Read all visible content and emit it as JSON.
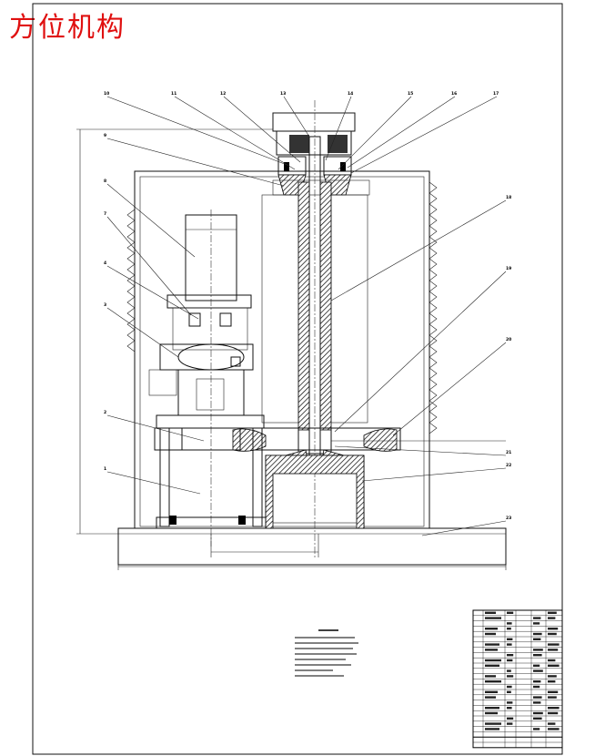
{
  "page": {
    "title": "方位机构"
  },
  "callouts": [
    "10",
    "11",
    "12",
    "13",
    "14",
    "15",
    "16",
    "17",
    "9",
    "8",
    "7",
    "4",
    "3",
    "2",
    "1",
    "18",
    "19",
    "20",
    "21",
    "22",
    "23"
  ],
  "colors": {
    "title": "#e01010",
    "lines": "#111111",
    "background": "#ffffff"
  }
}
